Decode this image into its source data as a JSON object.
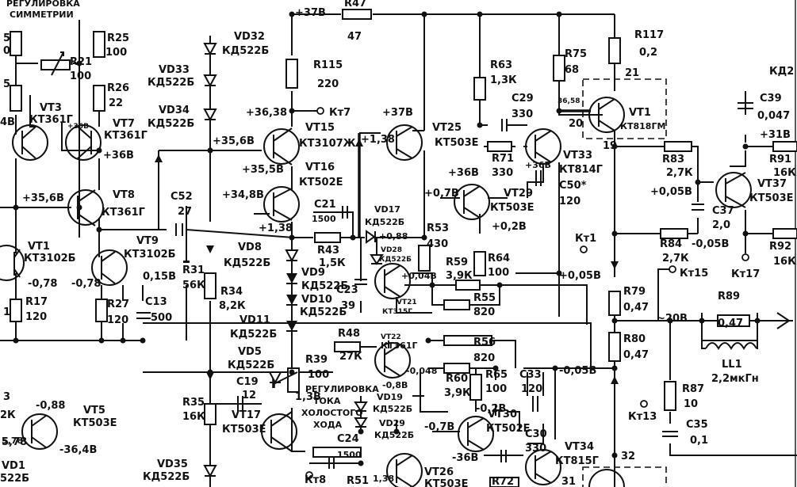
{
  "texts": {
    "top_left_header_1": "РЕГУЛИРОВКА",
    "top_left_header_2": "СИММЕТРИИ",
    "r25": "R25",
    "r25_val": "100",
    "r21": "R21",
    "r21_val": "100",
    "r26": "R26",
    "r26_val": "22",
    "vt3": "VT3",
    "vt3_type": "КТ361Г",
    "vt7": "VT7",
    "vt7_type": "КТ361Г",
    "v_36b_small": "+36В",
    "v_36b": "+36В",
    "vt8": "VT8",
    "vt8_type": "КТ361Г",
    "v_356_left": "+35,6В",
    "vt1_left": "VT1",
    "vt1_left_type": "КТ3102Б",
    "v_078": "-0,78",
    "vt9": "VT9",
    "vt9_type": "КТ3102Б",
    "v_078b": "-0,78",
    "v_015": "0,15В",
    "r17": "R17",
    "r17_val": "120",
    "r27": "R27",
    "r27_val": "120",
    "c13": "C13",
    "c13_val": "500",
    "r31": "R31",
    "r31_val": "56К",
    "r34": "R34",
    "r34_val": "8,2К",
    "c52": "C52",
    "c52_val": "27",
    "vt5": "VT5",
    "vt5_type": "КТ503Е",
    "v_088": "-0,88",
    "v_578": "5,78",
    "v_364": "-36,4В",
    "vd1": "VD1",
    "vd1_type": "522Б",
    "r5_val": "2К",
    "v_37_top": "+37В",
    "r47": "R47",
    "r47_val": "47",
    "vd32": "VD32",
    "vd32_type": "КД522Б",
    "vd33": "VD33",
    "vd33_type": "КД522Б",
    "vd34": "VD34",
    "vd34_type": "КД522Б",
    "r115": "R115",
    "r115_val": "220",
    "v_3638": "+36,38",
    "kt7": "Кт7",
    "v_356": "+35,6В",
    "vt15": "VT15",
    "vt15_type": "КТ3107Ж",
    "v_355": "+35,5В",
    "vt16": "VT16",
    "vt16_type": "КТ502Е",
    "v_348": "+34,8В",
    "v_138": "+1,38",
    "vd8": "VD8",
    "vd8_type": "КД522Б",
    "c21": "C21",
    "c21_val": "1500",
    "r43": "R43",
    "r43_val": "1,5К",
    "vd9": "VD9",
    "vd9_type": "КД522Б",
    "vd10": "VD10",
    "vd10_type": "КД522Б",
    "vd11": "VD11",
    "vd11_type": "КД522Б",
    "r48": "R48",
    "r48_val": "27К",
    "vd5": "VD5",
    "vd5_type": "КД522Б",
    "c19": "C19",
    "c19_val": "12",
    "r39": "R39",
    "r39_val": "100",
    "reg1": "РЕГУЛИРОВКА",
    "reg2": "ТОКА",
    "reg3": "ХОЛОСТОГО",
    "reg4": "ХОДА",
    "v_13b": "1,3В",
    "r35": "R35",
    "r35_val": "16К",
    "vt17": "VT17",
    "vt17_type": "КТ503Е",
    "vd35": "VD35",
    "vd35_type": "КД522Б",
    "c24": "C24",
    "c24_val": "1500",
    "kt8": "Кт8",
    "r51": "R51",
    "v_138b": "1,38",
    "v_37_mid": "+37В",
    "v_138c": "+1,38",
    "vd17": "VD17",
    "vd17_type": "КД522Б",
    "v_088b": "+0,88",
    "vd28": "VD28",
    "vd28_type": "КД522Б",
    "v_004": "+0,04В",
    "vt21": "VT21",
    "vt21_type": "КТ315Г",
    "c23": "C23",
    "c23_val": "39",
    "r53": "R53",
    "r53_val": "430",
    "vt22": "VT22",
    "vt22_type": "КТ361Г",
    "v_0048": "-0,048",
    "v_088c": "-0,8В",
    "vd19": "VD19",
    "vd19_type": "КД522Б",
    "vd29": "VD29",
    "vd29_type": "КД522Б",
    "vt25": "VT25",
    "vt25_type": "КТ503Е",
    "v_07": "+0,7В",
    "v_02": "+0,2В",
    "r59": "R59",
    "r59_val": "3,9К",
    "r64": "R64",
    "r64_val": "100",
    "r55": "R55",
    "r55_val": "820",
    "r56": "R56",
    "r56_val": "820",
    "r60": "R60",
    "r60_val": "3,9К",
    "r65": "R65",
    "r65_val": "100",
    "c33": "C33",
    "c33_val": "120",
    "v_028": "-0,2В",
    "vt30": "VT30",
    "vt30_type": "КТ502Е",
    "v_07b": "-0,7В",
    "v_36c": "-36В",
    "vt26": "VT26",
    "vt26_type": "КТ503Е",
    "r72": "R72",
    "c30": "C30",
    "c30_val": "330",
    "vt34": "VT34",
    "vt34_type": "КТ815Г",
    "r63": "R63",
    "r63_val": "1,3К",
    "c29": "C29",
    "c29_val": "330",
    "r71": "R71",
    "r71_val": "330",
    "vt33": "VT33",
    "vt33_type": "КТ814Г",
    "c50": "C50*",
    "c50_val": "120",
    "v_36d": "+36В",
    "vt29": "VT29",
    "vt29_type": "КТ503Е",
    "v_368": "+36В",
    "r75": "R75",
    "r75_val": "68",
    "v_3658": "36,58",
    "n20": "20",
    "n21": "21",
    "n19": "19",
    "vt1": "VT1",
    "vt1_type": "КТ818ГМ",
    "r117": "R117",
    "r117_val": "0,2",
    "kt1": "Кт1",
    "v_005": "+0,05В",
    "r79": "R79",
    "r79_val": "0,47",
    "r80": "R80",
    "r80_val": "0,47",
    "v_005b": "-0,05В",
    "kt13": "Кт13",
    "n32": "32",
    "n31": "31",
    "c39": "C39",
    "c39_val": "0,047",
    "r83": "R83",
    "r83_val": "2,7К",
    "v_31": "+31В",
    "r91": "R91",
    "r91_val": "16К",
    "vt37": "VT37",
    "vt37_type": "КТ503Е",
    "v_005c": "+0,05В",
    "c37": "C37",
    "c37_val": "2,0",
    "r84": "R84",
    "r84_val": "2,7К",
    "v_005d": "-0,05В",
    "r92": "R92",
    "r92_val": "16К",
    "kt15": "Кт15",
    "kt17": "Кт17",
    "v_20": "~20В",
    "r89": "R89",
    "r89_val": "0,47",
    "ll1": "LL1",
    "ll1_val": "2,2мкГн",
    "r87": "R87",
    "r87_val": "10",
    "c35": "C35",
    "c35_val": "0,1",
    "right_cut": "КД2",
    "left_cut_1": "5",
    "left_cut_2": "0",
    "left_cut_3": "5",
    "left_cut_4": "4В",
    "left_cut_5": "3",
    "left_cut_6": "5,78",
    "left_cut_7": "1"
  }
}
